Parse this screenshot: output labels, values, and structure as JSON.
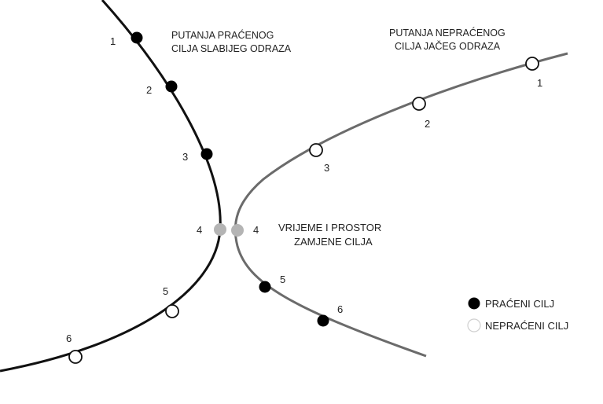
{
  "labels": {
    "tracked_path_line1": "PUTANJA PRAĆENOG",
    "tracked_path_line2": "CILJA SLABIJEG ODRAZA",
    "untracked_path_line1": "PUTANJA NEPRAĆENOG",
    "untracked_path_line2": "CILJA JAČEG ODRAZA",
    "swap_line1": "VRIJEME I PROSTOR",
    "swap_line2": "ZAMJENE CILJA"
  },
  "legend": {
    "tracked": "PRAĆENI CILJ",
    "untracked": "NEPRAĆENI CILJ"
  },
  "points": {
    "left": [
      "1",
      "2",
      "3",
      "4",
      "5",
      "6"
    ],
    "right": [
      "1",
      "2",
      "3",
      "4",
      "5",
      "6"
    ]
  },
  "colors": {
    "left_curve": "#111111",
    "right_curve": "#6b6b6b",
    "tracked_fill": "#000000",
    "untracked_fill": "#ffffff",
    "swap_point": "#b4b4b4"
  }
}
